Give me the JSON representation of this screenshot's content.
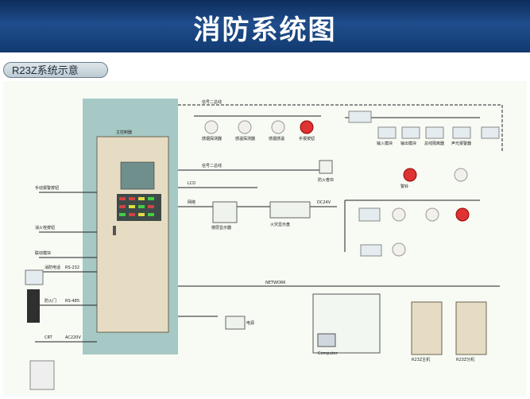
{
  "header": {
    "title": "消防系统图"
  },
  "diagram": {
    "subtitle": "R23Z系统示意",
    "colors": {
      "header_bg": "#1f4d8c",
      "canvas_bg": "#f7fbf4",
      "panel_bg": "#a6c9c5",
      "cabinet": "#e6dcc3",
      "line": "#222222"
    },
    "labels": {
      "left_1": "手动报警按钮",
      "left_2": "消火栓按钮",
      "left_3": "联动模块",
      "left_4": "消防电话",
      "left_5": "防火门",
      "left_6": "CRT",
      "rs232": "RS-232",
      "rs485": "RS-485",
      "ac220": "AC220V",
      "bus_top": "信号二总线",
      "bus_mid": "信号二总线",
      "line_lcd": "LCD",
      "line_net": "网络",
      "line_24v": "DC24V",
      "det_1": "感烟探测器",
      "det_2": "感温探测器",
      "det_3": "感烟感温",
      "det_4": "手报按钮",
      "mod_1": "输入模块",
      "mod_2": "输出模块",
      "mod_3": "总线隔离器",
      "mod_4": "声光报警器",
      "right_1": "楼层显示器",
      "right_2": "火灾显示盘",
      "right_3": "防火卷帘",
      "net_line": "NETWORK",
      "panel_a": "R23Z主机",
      "panel_b": "R23Z分机",
      "fire_bell": "警铃",
      "power": "电源",
      "cmputer": "Computer",
      "main_panel": "主控制器"
    }
  }
}
